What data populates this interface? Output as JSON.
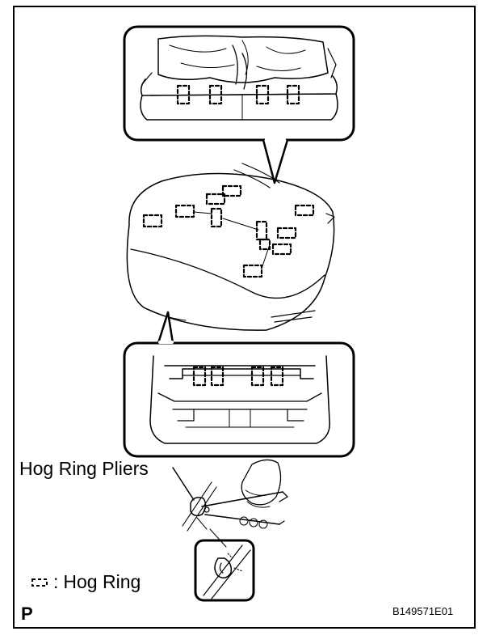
{
  "labels": {
    "tool": "Hog Ring Pliers",
    "legend_item": "Hog Ring",
    "legend_separator": ":",
    "corner_mark": "P",
    "figure_code": "B149571E01"
  },
  "icons": {
    "legend_symbol": "hog-ring-dashed-bracket-icon"
  },
  "colors": {
    "line": "#000000",
    "background": "#ffffff"
  }
}
